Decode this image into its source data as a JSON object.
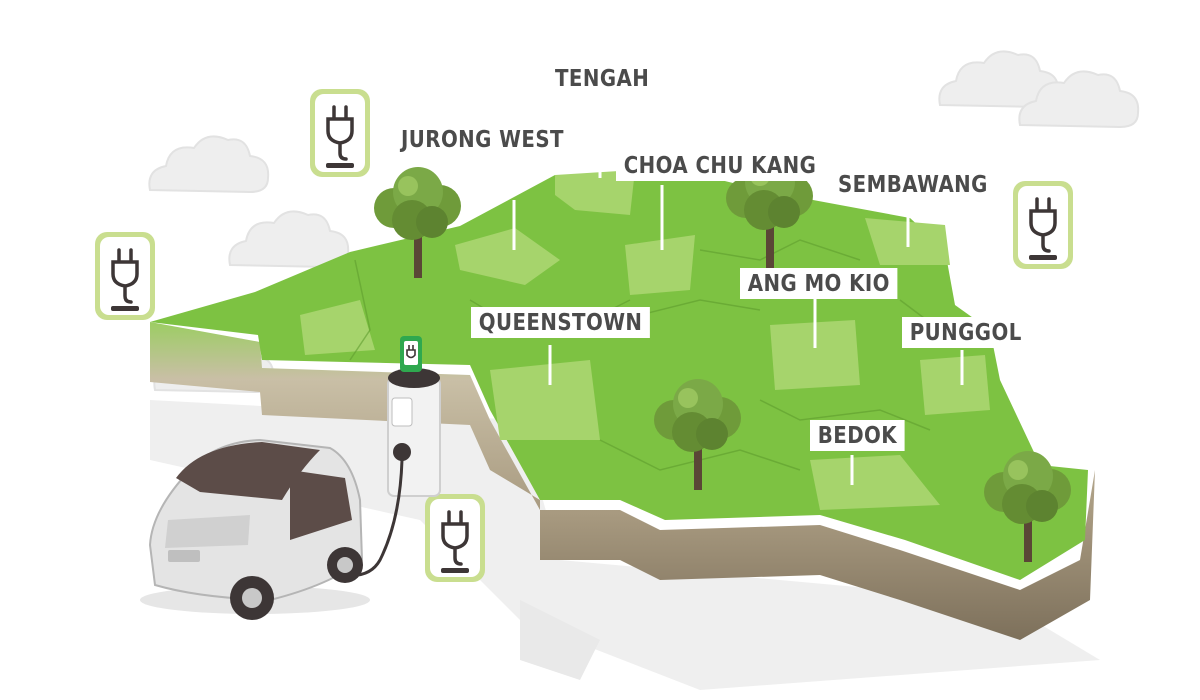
{
  "map": {
    "labels": {
      "tengah": "TENGAH",
      "jurong_west": "JURONG WEST",
      "choa_chu_kang": "CHOA CHU KANG",
      "sembawang": "SEMBAWANG",
      "ang_mo_kio": "ANG MO KIO",
      "queenstown": "QUEENSTOWN",
      "punggol": "PUNGGOL",
      "bedok": "BEDOK"
    },
    "icons": {
      "charging_sign": "plug-icon",
      "tree": "tree-icon",
      "cloud": "cloud-icon",
      "vehicle": "electric-car-icon",
      "station": "charging-station-icon"
    },
    "colors": {
      "land_top": "#7dc242",
      "land_highlight": "#a6d46c",
      "soil_light": "#b8ac92",
      "soil_dark": "#8a7e68",
      "grass_strip": "#9ccd63",
      "label_text": "#4b4b4b",
      "car_body": "#e4e4e4",
      "car_roof": "#5c4c48",
      "tree_foliage": "#6f9b3a",
      "tree_trunk": "#5a4636",
      "sign_border": "#c9de8f",
      "sign_face": "#ffffff",
      "plug": "#3d3636",
      "cloud": "#eeeeee",
      "station_screen": "#2fa84f"
    }
  }
}
